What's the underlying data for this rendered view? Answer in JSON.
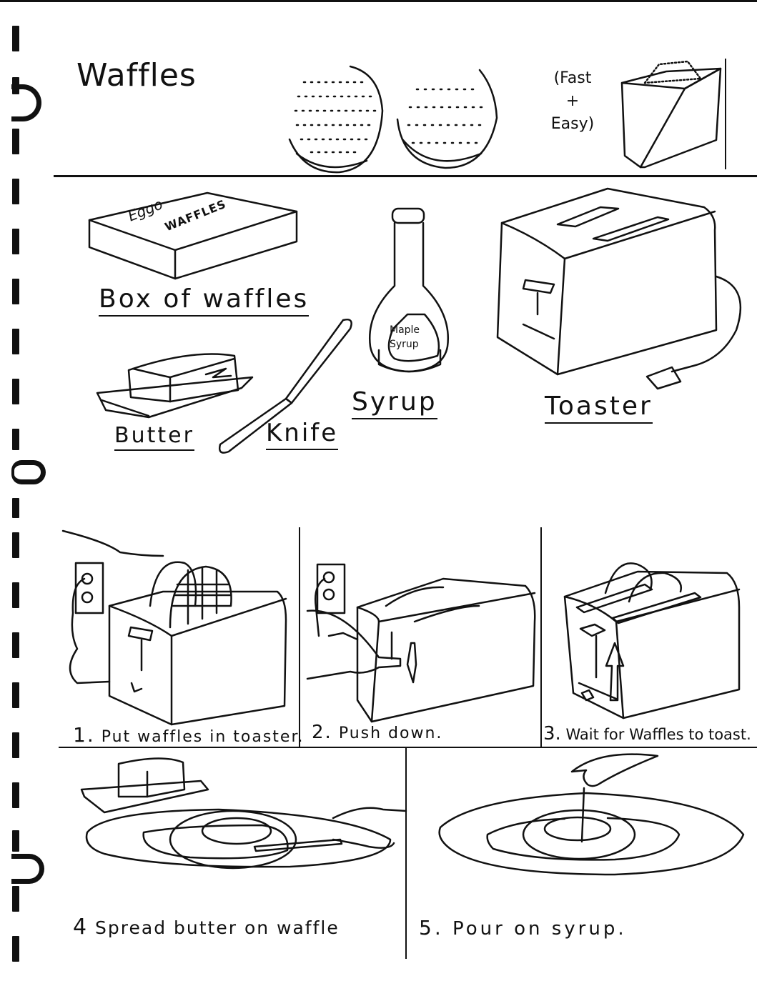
{
  "page": {
    "title": "Waffles",
    "subtitle_lines": [
      "(Fast",
      "+",
      "Easy)"
    ]
  },
  "ingredients": [
    {
      "id": "box",
      "label": "Box of waffles",
      "box_brand": "Eggo",
      "box_text": "WAFFLES"
    },
    {
      "id": "syrup",
      "label": "Syrup",
      "bottle_text_line1": "Maple",
      "bottle_text_line2": "Syrup"
    },
    {
      "id": "toaster",
      "label": "Toaster"
    },
    {
      "id": "butter",
      "label": "Butter"
    },
    {
      "id": "knife",
      "label": "Knife"
    }
  ],
  "steps": [
    {
      "number": "1.",
      "text": "Put waffles in toaster."
    },
    {
      "number": "2.",
      "text": "Push down."
    },
    {
      "number": "3.",
      "text": "Wait for Waffles to toast."
    },
    {
      "number": "4",
      "text": "Spread butter on waffle"
    },
    {
      "number": "5.",
      "text": "Pour on syrup."
    }
  ]
}
